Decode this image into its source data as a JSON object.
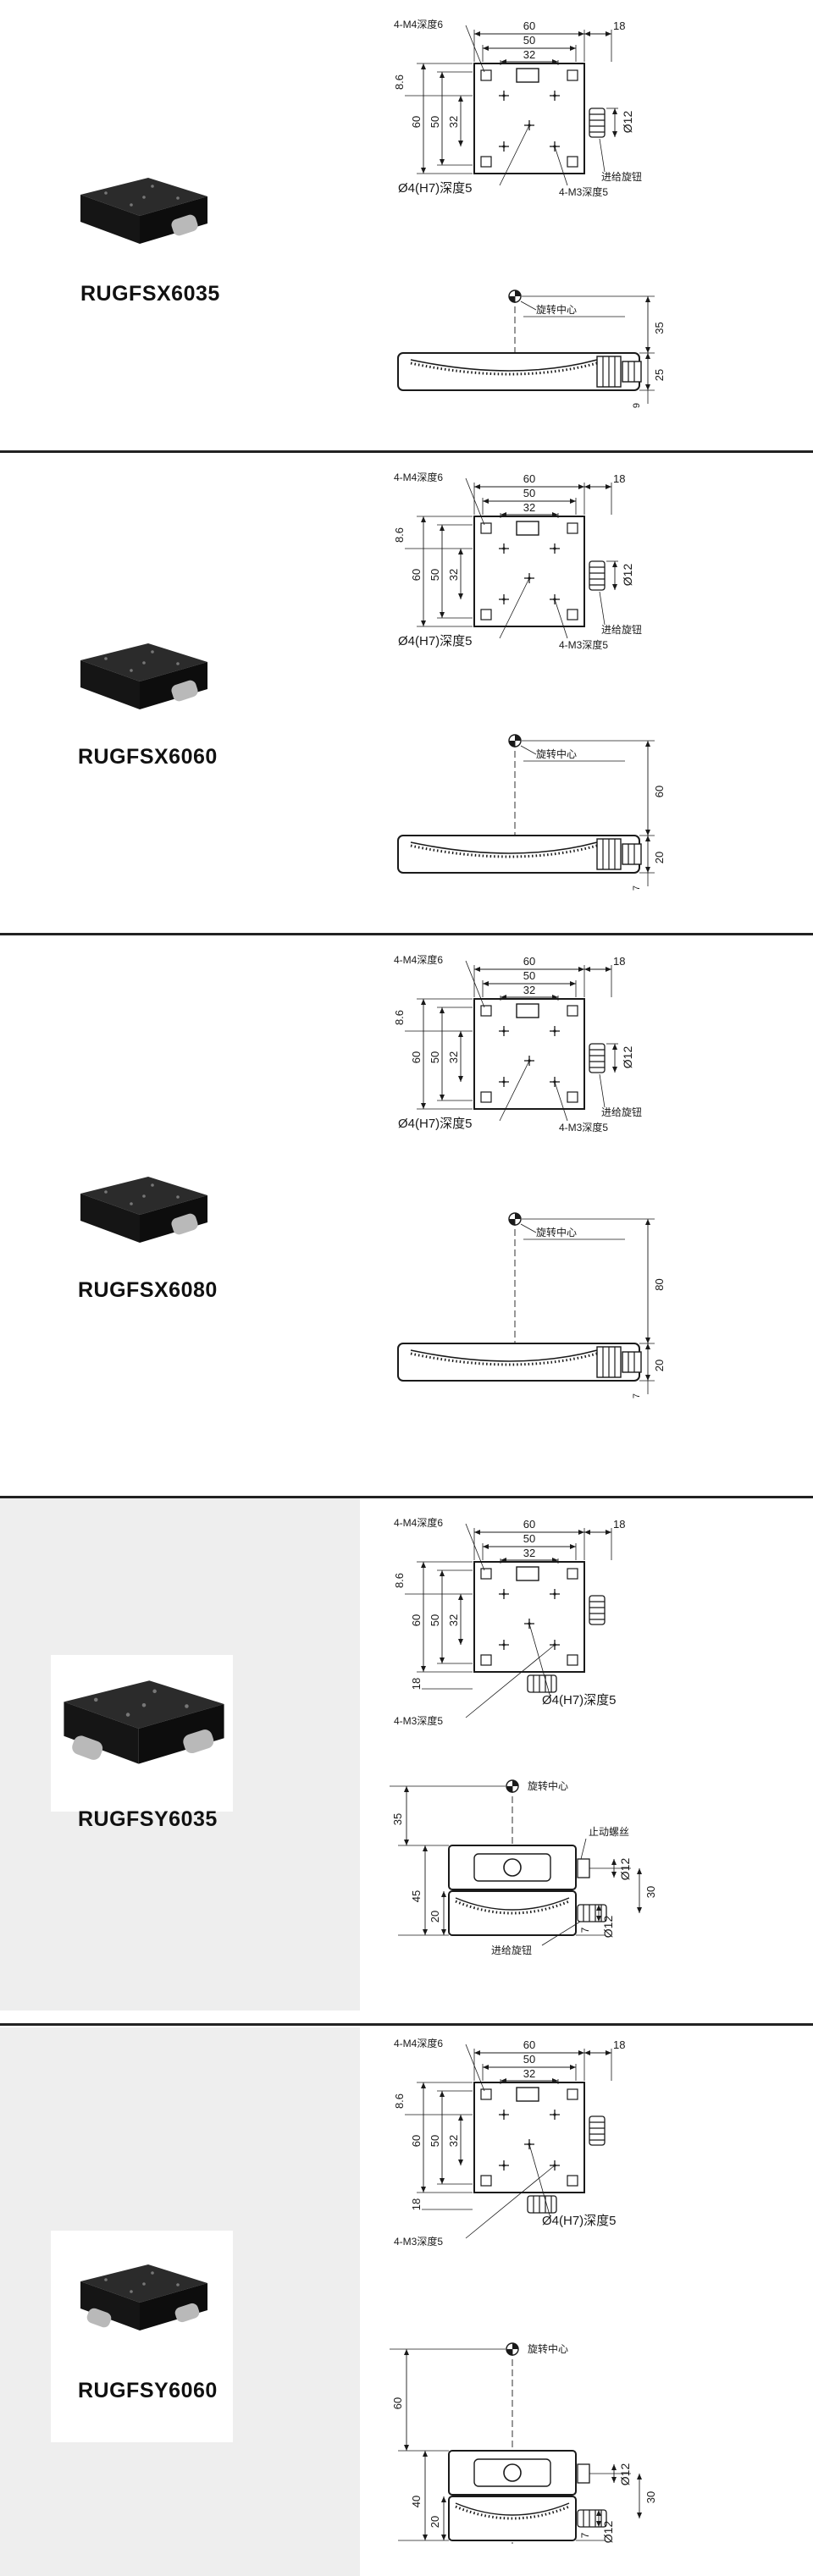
{
  "colors": {
    "rule": "#222222",
    "panel": "#eeeeee",
    "drawing": "#1a1a1a",
    "stage_body": "#1c1c1c",
    "knob": "#b9b9b9"
  },
  "products": [
    {
      "model": "RUGFSX6035",
      "kind": "X",
      "top_view": {
        "holes_m4": "4-M4深度6",
        "dim_60": "60",
        "dim_50": "50",
        "dim_32": "32",
        "dim_18": "18",
        "dim_8_6": "8.6",
        "side_60": "60",
        "side_50": "50",
        "side_32": "32",
        "pin_hole": "Ø4(H7)深度5",
        "holes_m3": "4-M3深度5",
        "knob_dia": "Ø12",
        "feed_knob": "进给旋钮"
      },
      "side_view": {
        "rotation_center": "旋转中心",
        "height": "35",
        "base_height": "25",
        "bottom": "9"
      }
    },
    {
      "model": "RUGFSX6060",
      "kind": "X",
      "top_view": {
        "holes_m4": "4-M4深度6",
        "dim_60": "60",
        "dim_50": "50",
        "dim_32": "32",
        "dim_18": "18",
        "dim_8_6": "8.6",
        "side_60": "60",
        "side_50": "50",
        "side_32": "32",
        "pin_hole": "Ø4(H7)深度5",
        "holes_m3": "4-M3深度5",
        "knob_dia": "Ø12",
        "feed_knob": "进给旋钮"
      },
      "side_view": {
        "rotation_center": "旋转中心",
        "height": "60",
        "base_height": "20",
        "bottom": "7"
      }
    },
    {
      "model": "RUGFSX6080",
      "kind": "X",
      "top_view": {
        "holes_m4": "4-M4深度6",
        "dim_60": "60",
        "dim_50": "50",
        "dim_32": "32",
        "dim_18": "18",
        "dim_8_6": "8.6",
        "side_60": "60",
        "side_50": "50",
        "side_32": "32",
        "pin_hole": "Ø4(H7)深度5",
        "holes_m3": "4-M3深度5",
        "knob_dia": "Ø12",
        "feed_knob": "进给旋钮"
      },
      "side_view": {
        "rotation_center": "旋转中心",
        "height": "80",
        "base_height": "20",
        "bottom": "7"
      }
    },
    {
      "model": "RUGFSY6035",
      "kind": "Y",
      "top_view": {
        "holes_m4": "4-M4深度6",
        "dim_60": "60",
        "dim_50": "50",
        "dim_32": "32",
        "dim_18": "18",
        "dim_8_6": "8.6",
        "side_60": "60",
        "side_50": "50",
        "side_32": "32",
        "bottom_18": "18",
        "pin_hole": "Ø4(H7)深度5",
        "holes_m3": "4-M3深度5"
      },
      "side_view": {
        "rotation_center": "旋转中心",
        "lock_screw": "止动螺丝",
        "feed_knob": "进给旋钮",
        "height": "35",
        "dim_45": "45",
        "dim_20": "20",
        "knob_dia_top": "Ø12",
        "knob_dia_bottom": "Ø12",
        "dim_7": "7",
        "dim_30": "30"
      }
    },
    {
      "model": "RUGFSY6060",
      "kind": "Y",
      "top_view": {
        "holes_m4": "4-M4深度6",
        "dim_60": "60",
        "dim_50": "50",
        "dim_32": "32",
        "dim_18": "18",
        "dim_8_6": "8.6",
        "side_60": "60",
        "side_50": "50",
        "side_32": "32",
        "bottom_18": "18",
        "pin_hole": "Ø4(H7)深度5",
        "holes_m3": "4-M3深度5"
      },
      "side_view": {
        "rotation_center": "旋转中心",
        "height": "60",
        "dim_40": "40",
        "dim_20": "20",
        "knob_dia_top": "Ø12",
        "knob_dia_bottom": "Ø12",
        "dim_7": "7",
        "dim_30": "30"
      }
    }
  ]
}
